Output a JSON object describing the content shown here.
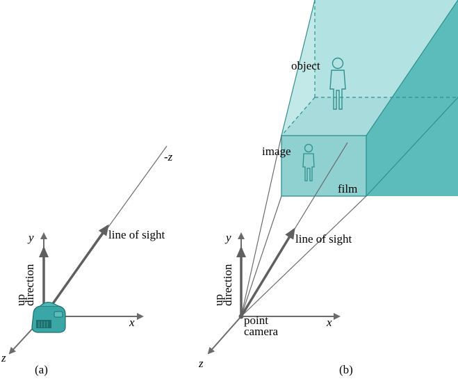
{
  "panel_a": {
    "caption": "(a)",
    "axis_y": "y",
    "axis_x": "x",
    "axis_z": "z",
    "axis_neg_z": "-z",
    "up_line1": "up",
    "up_line2": "direction",
    "line_of_sight": "line of sight"
  },
  "panel_b": {
    "caption": "(b)",
    "axis_y": "y",
    "axis_x": "x",
    "axis_z": "z",
    "up_line1": "up",
    "up_line2": "direction",
    "line_of_sight": "line of sight",
    "object_label": "object",
    "image_label": "image",
    "film_label": "film",
    "camera_line1": "point",
    "camera_line2": "camera"
  },
  "colors": {
    "frustum_light": "#b3e2e2",
    "frustum_side": "#5cbcbc",
    "film_fill": "#8fd0d0",
    "edge": "#2e8f8f",
    "axis": "#6b6b6b",
    "camera_body": "#3aa6a6"
  }
}
